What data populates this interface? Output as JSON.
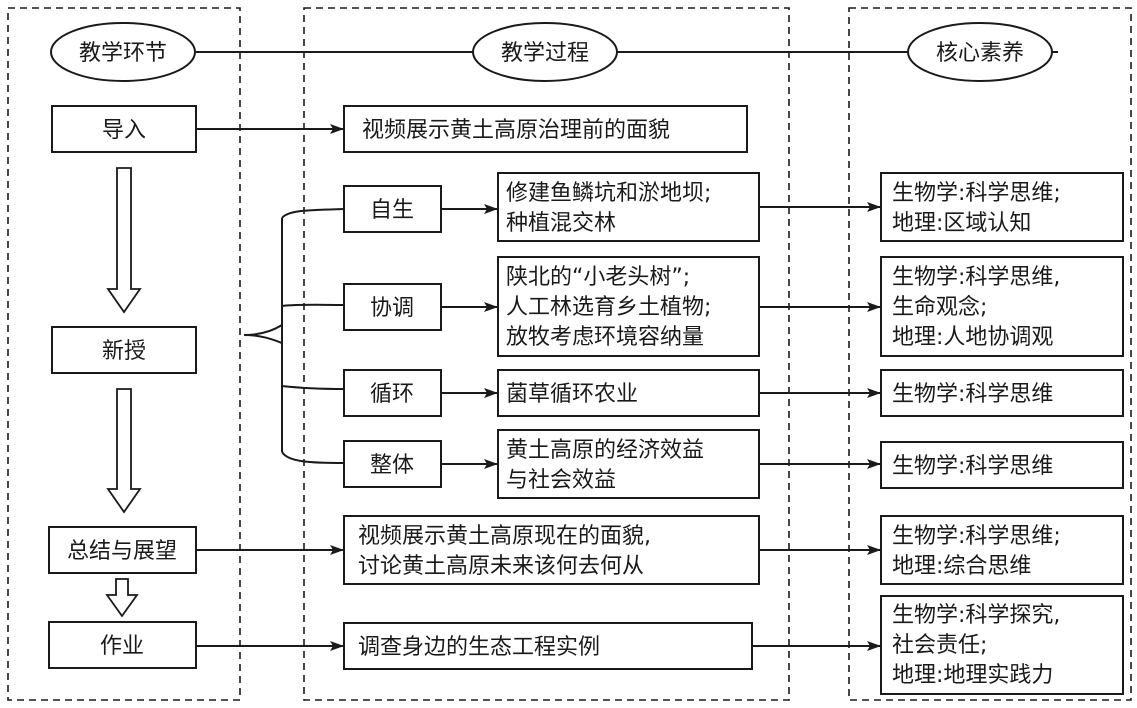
{
  "colors": {
    "stroke": "#1a1a1a",
    "background": "#ffffff"
  },
  "headers": {
    "stages": "教学环节",
    "process": "教学过程",
    "literacy": "核心素养"
  },
  "stages": {
    "intro": "导入",
    "new_lesson": "新授",
    "summary": "总结与展望",
    "homework": "作业"
  },
  "principles": {
    "self_sustaining": "自生",
    "coordination": "协调",
    "cycling": "循环",
    "holism": "整体"
  },
  "process": {
    "intro": [
      "视频展示黄土高原治理前的面貌"
    ],
    "self_sustaining": [
      "修建鱼鳞坑和淤地坝;",
      "种植混交林"
    ],
    "coordination": [
      "陕北的“小老头树”;",
      "人工林选育乡土植物;",
      "放牧考虑环境容纳量"
    ],
    "cycling": [
      "菌草循环农业"
    ],
    "holism": [
      "黄土高原的经济效益",
      "与社会效益"
    ],
    "summary": [
      "视频展示黄土高原现在的面貌,",
      "讨论黄土高原未来该何去何从"
    ],
    "homework": [
      "调查身边的生态工程实例"
    ]
  },
  "literacy": {
    "self_sustaining": [
      "生物学:科学思维;",
      "地理:区域认知"
    ],
    "coordination": [
      "生物学:科学思维,",
      "生命观念;",
      "地理:人地协调观"
    ],
    "cycling": [
      "生物学:科学思维"
    ],
    "holism": [
      "生物学:科学思维"
    ],
    "summary": [
      "生物学:科学思维;",
      "地理:综合思维"
    ],
    "homework": [
      "生物学:科学探究,",
      "社会责任;",
      "地理:地理实践力"
    ]
  },
  "icons": {
    "arrow": "arrow-right-icon",
    "hollow_arrow": "hollow-arrow-down-icon",
    "bracket": "brace-bracket-icon"
  }
}
